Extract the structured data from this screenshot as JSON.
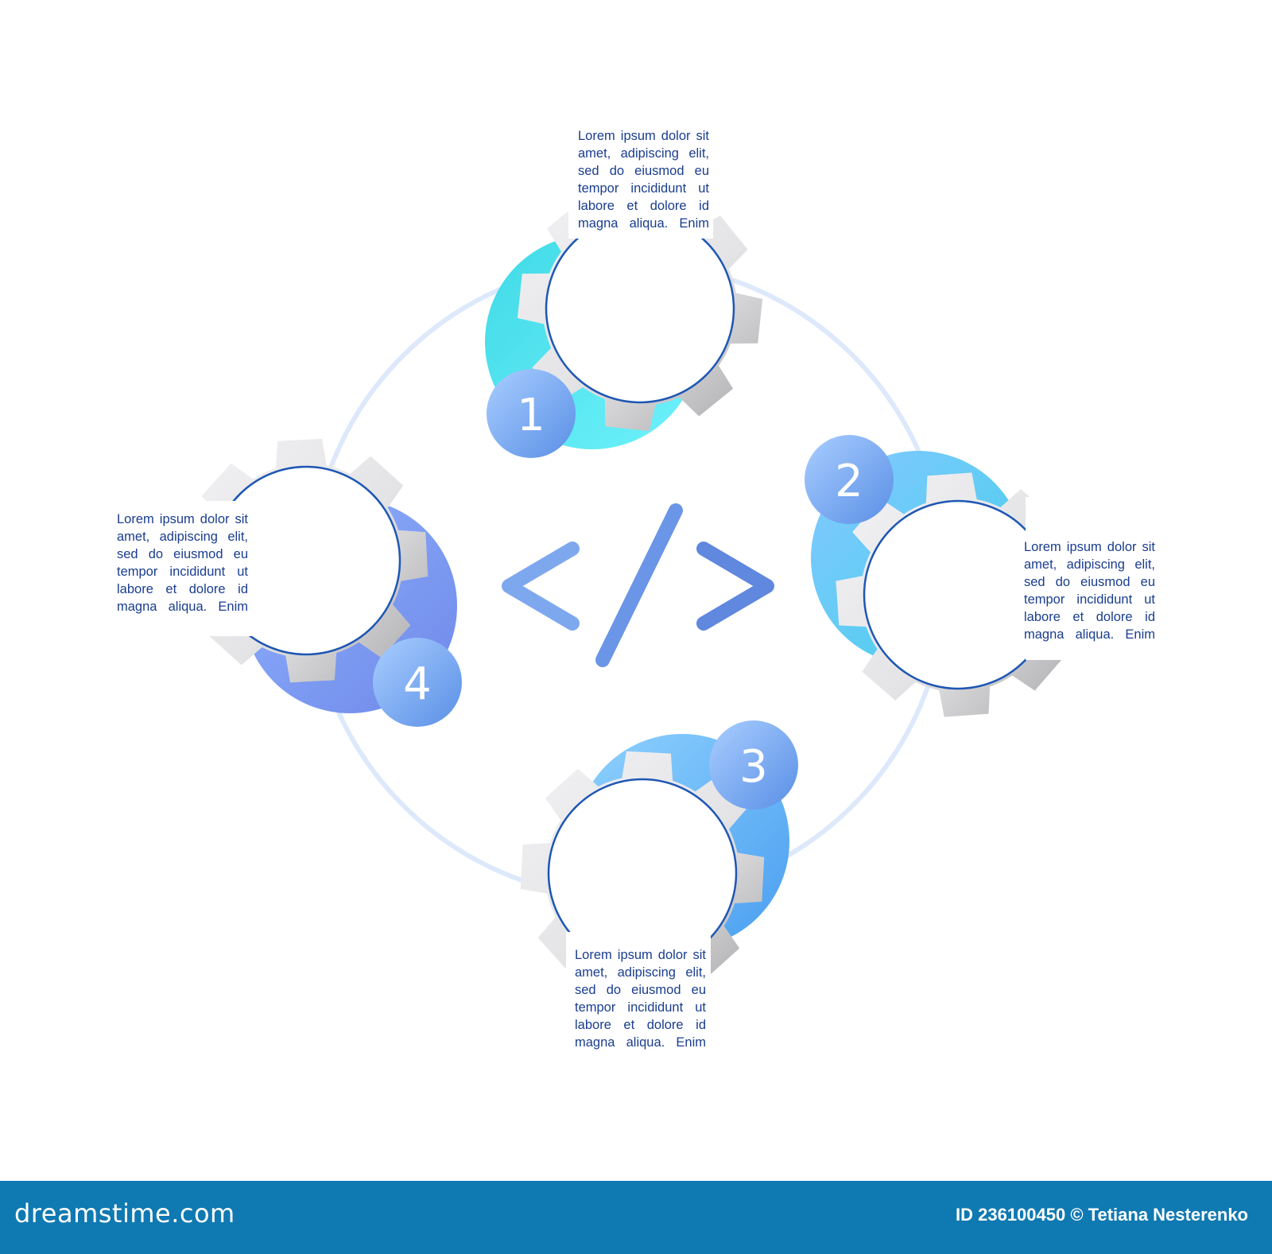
{
  "steps": [
    {
      "number": "1",
      "text": "Lorem ipsum dolor sit amet, adipiscing elit, sed do eiusmod eu tempor incididunt ut labore et dolore id magna aliqua. Enim"
    },
    {
      "number": "2",
      "text": "Lorem ipsum dolor sit amet, adipiscing elit, sed do eiusmod eu tempor incididunt ut labore et dolore id magna aliqua. Enim"
    },
    {
      "number": "3",
      "text": "Lorem ipsum dolor sit amet, adipiscing elit, sed do eiusmod eu tempor incididunt ut labore et dolore id magna aliqua. Enim"
    },
    {
      "number": "4",
      "text": "Lorem ipsum dolor sit amet, adipiscing elit, sed do eiusmod eu tempor incididunt ut labore et dolore id magna aliqua. Enim"
    }
  ],
  "center_icon": "code-brackets-icon",
  "colors": {
    "ring": "#dde9fb",
    "gear": "#e4e4e6",
    "text": "#1a3d8f",
    "code": "#6f9be8",
    "footer_bg": "#0f79b2"
  },
  "footer": {
    "logo": "dreamstime.com",
    "credit": "ID 236100450 © Tetiana Nesterenko"
  }
}
